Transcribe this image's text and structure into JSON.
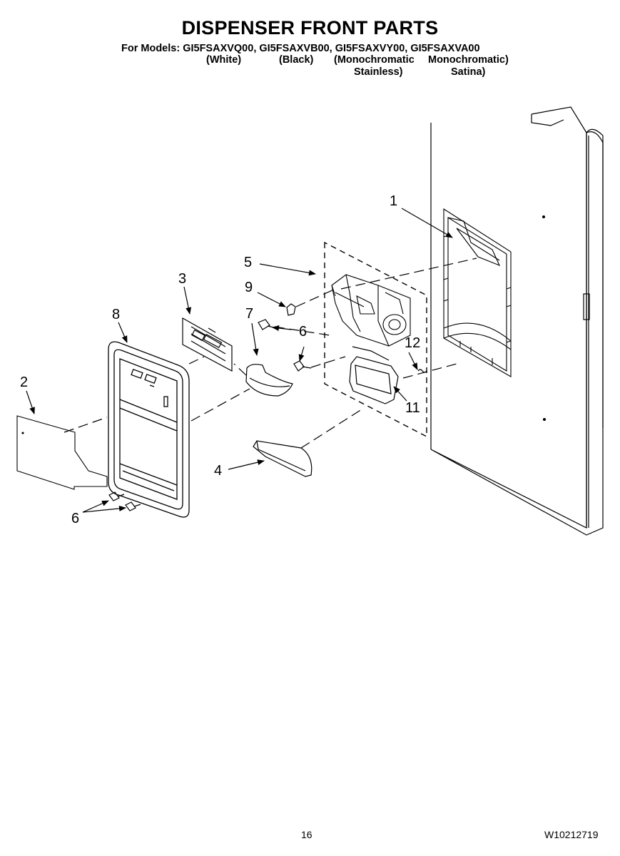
{
  "header": {
    "title": "DISPENSER FRONT PARTS",
    "models_line": "For Models: GI5FSAXVQ00, GI5FSAXVB00, GI5FSAXVY00, GI5FSAXVA00",
    "variants": {
      "white": "(White)",
      "black": "(Black)",
      "mono_stainless_1": "(Monochromatic",
      "mono_stainless_2": "Stainless)",
      "mono_satina_1": "Monochromatic)",
      "mono_satina_2": "Satina)"
    }
  },
  "callouts": {
    "c1": "1",
    "c2": "2",
    "c3": "3",
    "c4": "4",
    "c5": "5",
    "c6a": "6",
    "c6b": "6",
    "c7": "7",
    "c8": "8",
    "c9": "9",
    "c11": "11",
    "c12": "12"
  },
  "footer": {
    "page_number": "16",
    "doc_number": "W10212719"
  }
}
